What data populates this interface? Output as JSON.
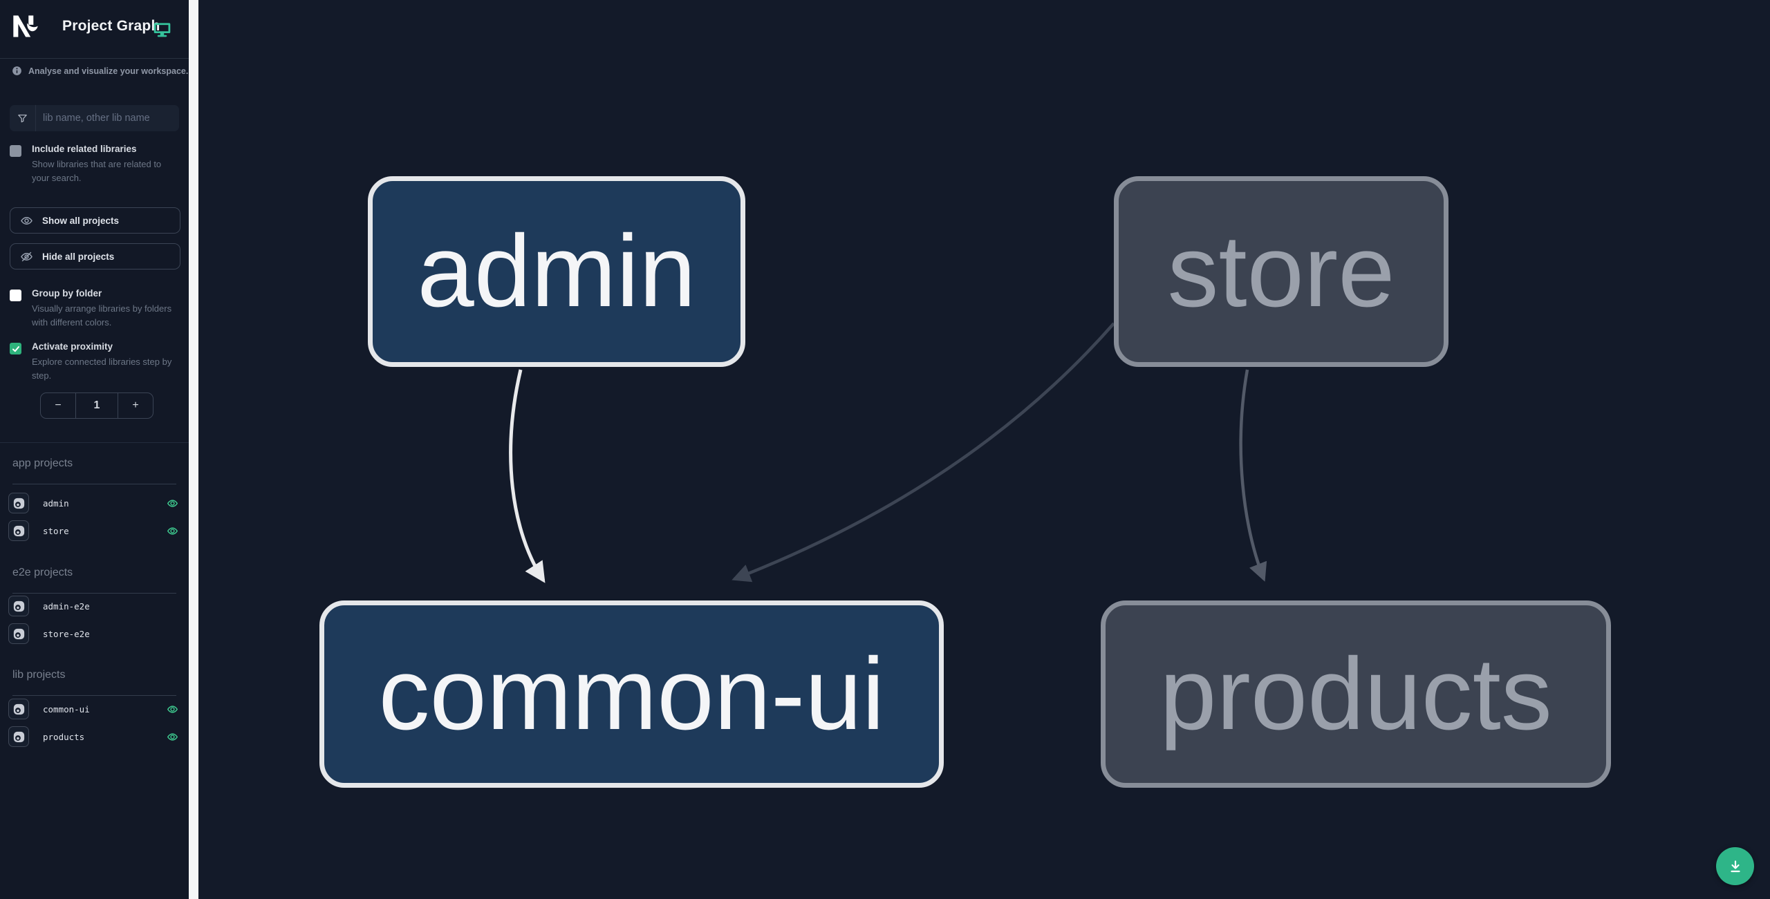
{
  "header": {
    "title": "Project Graph"
  },
  "sidebar": {
    "tagline": "Analyse and visualize your workspace.",
    "search": {
      "placeholder": "lib name, other lib name"
    },
    "include_related": {
      "label": "Include related libraries",
      "description": "Show libraries that are related to your search.",
      "checked": false
    },
    "show_all_label": "Show all projects",
    "hide_all_label": "Hide all projects",
    "group_by_folder": {
      "label": "Group by folder",
      "description": "Visually arrange libraries by folders with different colors.",
      "checked": false
    },
    "proximity": {
      "label": "Activate proximity",
      "description": "Explore connected libraries step by step.",
      "checked": true,
      "value": "1",
      "decrement_label": "−",
      "increment_label": "+"
    },
    "sections": [
      {
        "title": "app projects",
        "items": [
          {
            "name": "admin",
            "eye": true
          },
          {
            "name": "store",
            "eye": true
          }
        ]
      },
      {
        "title": "e2e projects",
        "items": [
          {
            "name": "admin-e2e",
            "eye": false
          },
          {
            "name": "store-e2e",
            "eye": false
          }
        ]
      },
      {
        "title": "lib projects",
        "items": [
          {
            "name": "common-ui",
            "eye": true
          },
          {
            "name": "products",
            "eye": true
          }
        ]
      }
    ]
  },
  "graph": {
    "nodes": [
      {
        "label": "admin",
        "state": "focused"
      },
      {
        "label": "store",
        "state": "dimmed"
      },
      {
        "label": "common-ui",
        "state": "focused"
      },
      {
        "label": "products",
        "state": "dimmed"
      }
    ],
    "edges": [
      {
        "from": "admin",
        "to": "common-ui",
        "emphasis": "highlighted"
      },
      {
        "from": "store",
        "to": "common-ui",
        "emphasis": "dimmed"
      },
      {
        "from": "store",
        "to": "products",
        "emphasis": "dimmed"
      }
    ]
  },
  "fab": {
    "action": "download"
  },
  "colors": {
    "accent_teal": "#35c39c",
    "eye_green": "#3ec98f",
    "proximity_green": "#2eb27c",
    "focused_fill": "#1e3a5a",
    "focused_border": "#e5e7ea",
    "dimmed_fill": "#3c4351",
    "dimmed_border": "#878d98",
    "edge_highlight": "#e9eaec",
    "edge_dimmed": "#3d4554",
    "fab_green": "#2eb588"
  }
}
